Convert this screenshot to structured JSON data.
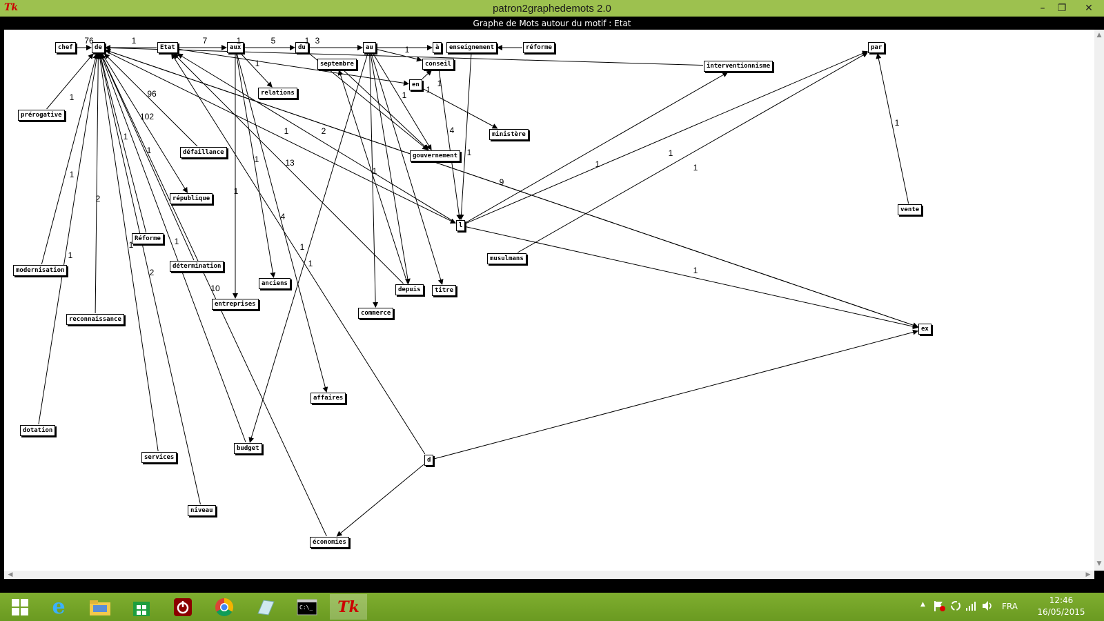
{
  "window": {
    "title": "patron2graphedemots 2.0",
    "canvas_title": "Graphe de Mots autour du motif : Etat",
    "minimize": "–",
    "maximize": "❐",
    "close": "✕"
  },
  "graph": {
    "nodes": [
      {
        "id": "chef",
        "label": "chef"
      },
      {
        "id": "de",
        "label": "de"
      },
      {
        "id": "etat",
        "label": "Etat"
      },
      {
        "id": "aux",
        "label": "aux"
      },
      {
        "id": "du",
        "label": "du"
      },
      {
        "id": "au",
        "label": "au"
      },
      {
        "id": "a",
        "label": "à"
      },
      {
        "id": "enseignement",
        "label": "enseignement"
      },
      {
        "id": "reforme_r",
        "label": "réforme"
      },
      {
        "id": "par",
        "label": "par"
      },
      {
        "id": "septembre",
        "label": "septembre"
      },
      {
        "id": "conseil",
        "label": "conseil"
      },
      {
        "id": "interventionnisme",
        "label": "interventionnisme"
      },
      {
        "id": "en",
        "label": "en"
      },
      {
        "id": "relations",
        "label": "relations"
      },
      {
        "id": "prerogative",
        "label": "prérogative"
      },
      {
        "id": "ministere",
        "label": "ministère"
      },
      {
        "id": "defaillance",
        "label": "défaillance"
      },
      {
        "id": "gouvernement",
        "label": "gouvernement"
      },
      {
        "id": "republique",
        "label": "république"
      },
      {
        "id": "l",
        "label": "l"
      },
      {
        "id": "vente",
        "label": "vente"
      },
      {
        "id": "Reforme",
        "label": "Réforme"
      },
      {
        "id": "musulmans",
        "label": "musulmans"
      },
      {
        "id": "modernisation",
        "label": "modernisation"
      },
      {
        "id": "determination",
        "label": "détermination"
      },
      {
        "id": "anciens",
        "label": "anciens"
      },
      {
        "id": "depuis",
        "label": "depuis"
      },
      {
        "id": "titre",
        "label": "titre"
      },
      {
        "id": "entreprises",
        "label": "entreprises"
      },
      {
        "id": "commerce",
        "label": "commerce"
      },
      {
        "id": "reconnaissance",
        "label": "reconnaissance"
      },
      {
        "id": "ex",
        "label": "ex"
      },
      {
        "id": "affaires",
        "label": "affaires"
      },
      {
        "id": "dotation",
        "label": "dotation"
      },
      {
        "id": "budget",
        "label": "budget"
      },
      {
        "id": "services",
        "label": "services"
      },
      {
        "id": "d",
        "label": "d"
      },
      {
        "id": "niveau",
        "label": "niveau"
      },
      {
        "id": "economies",
        "label": "économies"
      }
    ],
    "edges": [
      {
        "from": "chef",
        "to": "de"
      },
      {
        "from": "etat",
        "to": "de"
      },
      {
        "from": "etat",
        "to": "aux"
      },
      {
        "from": "aux",
        "to": "du"
      },
      {
        "from": "du",
        "to": "au"
      },
      {
        "from": "au",
        "to": "a"
      },
      {
        "from": "enseignement",
        "to": "l"
      },
      {
        "from": "reforme_r",
        "to": "enseignement"
      },
      {
        "from": "etat",
        "to": "en"
      },
      {
        "from": "interventionnisme",
        "to": "de"
      },
      {
        "from": "aux",
        "to": "relations"
      },
      {
        "from": "prerogative",
        "to": "de"
      },
      {
        "from": "defaillance",
        "to": "de"
      },
      {
        "from": "de",
        "to": "republique"
      },
      {
        "from": "de",
        "to": "l"
      },
      {
        "from": "de",
        "to": "ex"
      },
      {
        "from": "modernisation",
        "to": "de"
      },
      {
        "from": "reconnaissance",
        "to": "de"
      },
      {
        "from": "dotation",
        "to": "de"
      },
      {
        "from": "services",
        "to": "de"
      },
      {
        "from": "niveau",
        "to": "de"
      },
      {
        "from": "budget",
        "to": "de"
      },
      {
        "from": "economies",
        "to": "de"
      },
      {
        "from": "Reforme",
        "to": "de"
      },
      {
        "from": "determination",
        "to": "de"
      },
      {
        "from": "aux",
        "to": "entreprises"
      },
      {
        "from": "aux",
        "to": "anciens"
      },
      {
        "from": "aux",
        "to": "affaires"
      },
      {
        "from": "au",
        "to": "gouvernement"
      },
      {
        "from": "au",
        "to": "commerce"
      },
      {
        "from": "au",
        "to": "titre"
      },
      {
        "from": "au",
        "to": "budget"
      },
      {
        "from": "au",
        "to": "conseil"
      },
      {
        "from": "au",
        "to": "depuis"
      },
      {
        "from": "septembre",
        "to": "gouvernement"
      },
      {
        "from": "en",
        "to": "conseil"
      },
      {
        "from": "en",
        "to": "ministere"
      },
      {
        "from": "du",
        "to": "gouvernement"
      },
      {
        "from": "conseil",
        "to": "l"
      },
      {
        "from": "l",
        "to": "etat"
      },
      {
        "from": "l",
        "to": "interventionnisme"
      },
      {
        "from": "l",
        "to": "par"
      },
      {
        "from": "l",
        "to": "ex"
      },
      {
        "from": "depuis",
        "to": "septembre"
      },
      {
        "from": "depuis",
        "to": "etat"
      },
      {
        "from": "d",
        "to": "etat"
      },
      {
        "from": "d",
        "to": "ex"
      },
      {
        "from": "d",
        "to": "economies"
      },
      {
        "from": "musulmans",
        "to": "par"
      },
      {
        "from": "vente",
        "to": "par"
      },
      {
        "from": "ex",
        "to": "de"
      }
    ],
    "edge_labels": [
      "76",
      "1",
      "7",
      "1",
      "5",
      "1",
      "3",
      "1",
      "1",
      "1",
      "1",
      "1",
      "1",
      "96",
      "102",
      "1",
      "2",
      "1",
      "1",
      "2",
      "1",
      "4",
      "1",
      "1",
      "13",
      "1",
      "4",
      "1",
      "1",
      "1",
      "1",
      "1",
      "1",
      "1",
      "2",
      "1",
      "10",
      "1",
      "9",
      "1",
      "1"
    ]
  },
  "taskbar": {
    "lang": "FRA",
    "time": "12:46",
    "date": "16/05/2015"
  },
  "colors": {
    "titlebar": "#9dc14f",
    "taskbar": "#6a9a21",
    "canvas": "#ffffff"
  }
}
